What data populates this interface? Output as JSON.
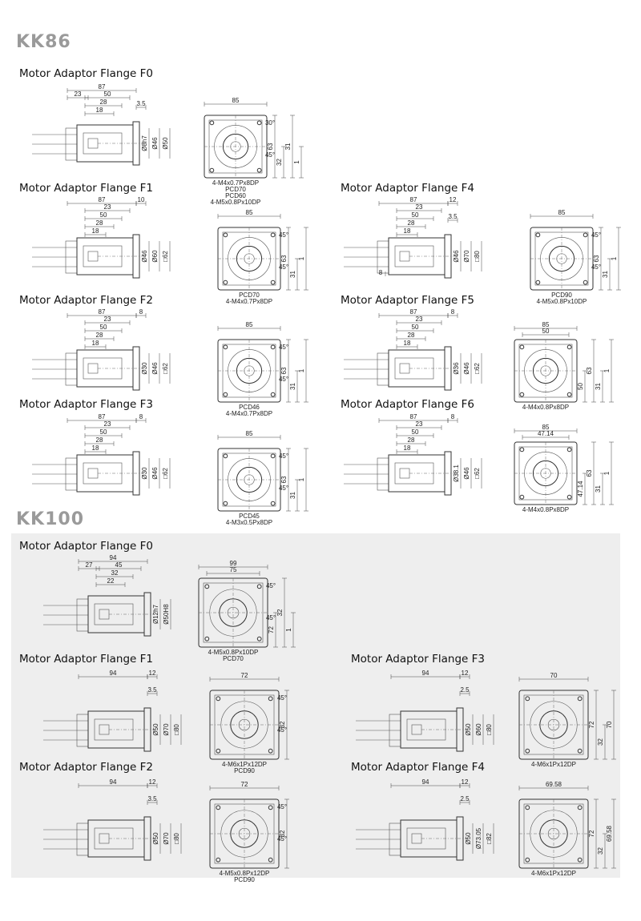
{
  "kk86": {
    "series_title": "KK86",
    "flanges": [
      {
        "title": "Motor Adaptor Flange F0",
        "side": {
          "dims": [
            "87",
            "23",
            "50",
            "28",
            "18",
            "3.5"
          ],
          "diameters": [
            "Ø8h7",
            "Ø46",
            "Ø50"
          ]
        },
        "front": {
          "dims": [
            "85",
            "63",
            "32",
            "31",
            "1"
          ],
          "notes": [
            "4-M4x0.7Px8DP",
            "PCD70",
            "PCD60",
            "4-M5x0.8Px10DP"
          ],
          "angles": [
            "30°",
            "45°",
            "45°",
            "45°"
          ]
        }
      },
      {
        "title": "Motor Adaptor Flange F1",
        "side": {
          "dims": [
            "87",
            "10",
            "23",
            "50",
            "28",
            "18"
          ],
          "diameters": [
            "Ø46",
            "Ø60",
            "□62"
          ]
        },
        "front": {
          "dims": [
            "85",
            "63",
            "31",
            "1"
          ],
          "notes": [
            "PCD70",
            "4-M4x0.7Px8DP"
          ],
          "angles": [
            "45°",
            "45°"
          ]
        }
      },
      {
        "title": "Motor Adaptor Flange F4",
        "side": {
          "dims": [
            "87",
            "12",
            "23",
            "50",
            "28",
            "18",
            "8",
            "3.5"
          ],
          "diameters": [
            "Ø46",
            "Ø70",
            "□80"
          ]
        },
        "front": {
          "dims": [
            "85",
            "63",
            "31",
            "1"
          ],
          "notes": [
            "PCD90",
            "4-M5x0.8Px10DP"
          ],
          "angles": [
            "45°",
            "45°"
          ]
        }
      },
      {
        "title": "Motor Adaptor Flange F2",
        "side": {
          "dims": [
            "87",
            "8",
            "23",
            "50",
            "28",
            "18"
          ],
          "diameters": [
            "Ø30",
            "Ø46",
            "□62"
          ]
        },
        "front": {
          "dims": [
            "85",
            "63",
            "31",
            "1"
          ],
          "notes": [
            "PCD46",
            "4-M4x0.7Px8DP"
          ],
          "angles": [
            "45°",
            "45°"
          ]
        }
      },
      {
        "title": "Motor Adaptor Flange F5",
        "side": {
          "dims": [
            "87",
            "8",
            "23",
            "50",
            "28",
            "18"
          ],
          "diameters": [
            "Ø36",
            "Ø46",
            "□62"
          ]
        },
        "front": {
          "dims": [
            "85",
            "50",
            "50",
            "63",
            "31",
            "1"
          ],
          "notes": [
            "4-M4x0.8Px8DP"
          ],
          "angles": []
        }
      },
      {
        "title": "Motor Adaptor Flange F3",
        "side": {
          "dims": [
            "87",
            "8",
            "23",
            "50",
            "28",
            "18"
          ],
          "diameters": [
            "Ø30",
            "Ø46",
            "□62"
          ]
        },
        "front": {
          "dims": [
            "85",
            "63",
            "31",
            "1"
          ],
          "notes": [
            "PCD45",
            "4-M3x0.5Px8DP"
          ],
          "angles": [
            "45°",
            "45°"
          ]
        }
      },
      {
        "title": "Motor Adaptor Flange F6",
        "side": {
          "dims": [
            "87",
            "8",
            "23",
            "50",
            "28",
            "18"
          ],
          "diameters": [
            "Ø38.1",
            "Ø46",
            "□62"
          ]
        },
        "front": {
          "dims": [
            "85",
            "47.14",
            "47.14",
            "63",
            "31",
            "1"
          ],
          "notes": [
            "4-M4x0.8Px8DP"
          ],
          "angles": []
        }
      }
    ]
  },
  "kk100": {
    "series_title": "KK100",
    "flanges": [
      {
        "title": "Motor Adaptor Flange F0",
        "side": {
          "dims": [
            "94",
            "27",
            "45",
            "32",
            "22"
          ],
          "diameters": [
            "Ø12h7",
            "Ø50H8"
          ]
        },
        "front": {
          "dims": [
            "99",
            "75",
            "72",
            "32",
            "1"
          ],
          "notes": [
            "4-M5x0.8Px10DP",
            "PCD70"
          ],
          "angles": [
            "45°",
            "45°"
          ]
        }
      },
      {
        "title": "Motor Adaptor Flange F1",
        "side": {
          "dims": [
            "94",
            "12",
            "3.5"
          ],
          "diameters": [
            "Ø50",
            "Ø70",
            "□80"
          ]
        },
        "front": {
          "dims": [
            "72",
            "32"
          ],
          "notes": [
            "4-M6x1Px12DP",
            "PCD90"
          ],
          "angles": [
            "45°",
            "45°"
          ]
        }
      },
      {
        "title": "Motor Adaptor Flange F3",
        "side": {
          "dims": [
            "94",
            "12",
            "2.5"
          ],
          "diameters": [
            "Ø50",
            "Ø60",
            "□80"
          ]
        },
        "front": {
          "dims": [
            "70",
            "72",
            "32",
            "70"
          ],
          "notes": [
            "4-M6x1Px12DP"
          ],
          "angles": []
        }
      },
      {
        "title": "Motor Adaptor Flange F2",
        "side": {
          "dims": [
            "94",
            "12",
            "3.5"
          ],
          "diameters": [
            "Ø50",
            "Ø70",
            "□80"
          ]
        },
        "front": {
          "dims": [
            "72",
            "32"
          ],
          "notes": [
            "4-M5x0.8Px12DP",
            "PCD90"
          ],
          "angles": [
            "45°",
            "45°"
          ]
        }
      },
      {
        "title": "Motor Adaptor Flange F4",
        "side": {
          "dims": [
            "94",
            "12",
            "2.5"
          ],
          "diameters": [
            "Ø50",
            "Ø73.05",
            "□82"
          ]
        },
        "front": {
          "dims": [
            "69.58",
            "72",
            "32",
            "69.58"
          ],
          "notes": [
            "4-M6x1Px12DP"
          ],
          "angles": []
        }
      }
    ]
  }
}
